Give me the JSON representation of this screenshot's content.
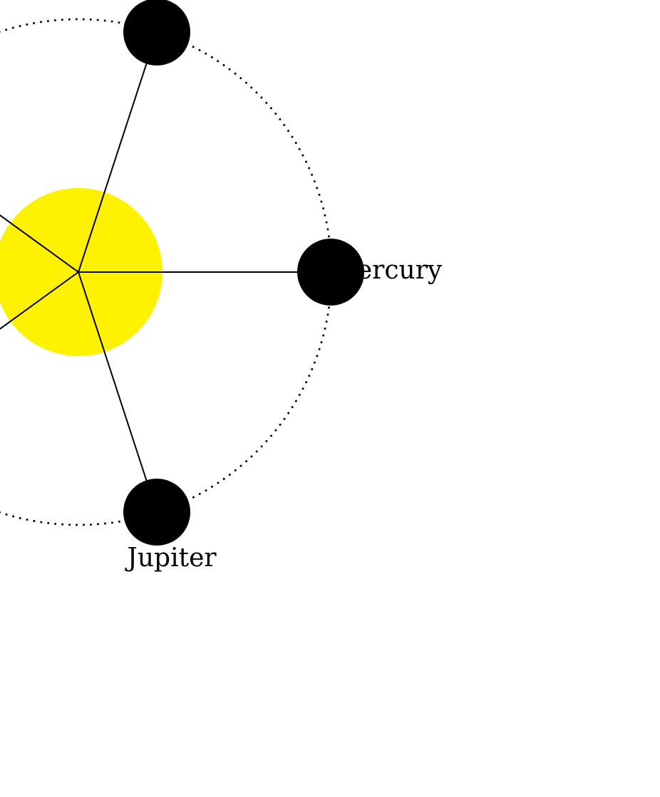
{
  "colors": {
    "sun": "#FFF200",
    "planet": "#000000",
    "orbit": "#000000",
    "connector": "#000000",
    "background": "#FFFFFF"
  },
  "diagram": {
    "sun": {
      "name": "sun"
    },
    "orbit": {
      "style": "dotted"
    },
    "planets": [
      {
        "id": "top",
        "label": ""
      },
      {
        "id": "right",
        "label": "Mercury"
      },
      {
        "id": "bottom",
        "label": "Jupiter"
      }
    ]
  }
}
